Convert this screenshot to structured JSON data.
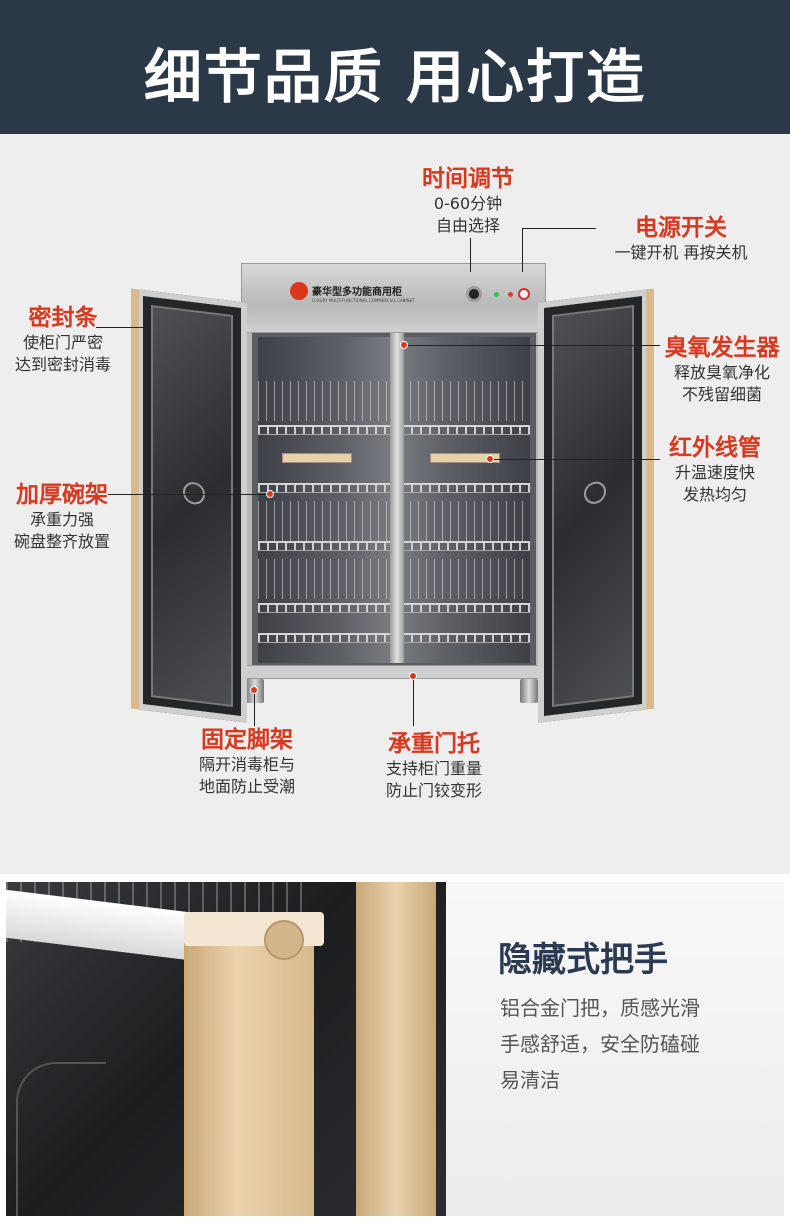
{
  "header": {
    "title": "细节品质 用心打造"
  },
  "cabinet": {
    "name": "豪华型多功能商用柜",
    "sub": "LUXURY MULTI-FUNCTIONAL COMMERCIAL CABINET"
  },
  "callouts": {
    "timer": {
      "title": "时间调节",
      "lines": [
        "0-60分钟",
        "自由选择"
      ]
    },
    "power": {
      "title": "电源开关",
      "lines": [
        "一键开机 再按关机"
      ]
    },
    "seal": {
      "title": "密封条",
      "lines": [
        "使柜门严密",
        "达到密封消毒"
      ]
    },
    "ozone": {
      "title": "臭氧发生器",
      "lines": [
        "释放臭氧净化",
        "不残留细菌"
      ]
    },
    "infrared": {
      "title": "红外线管",
      "lines": [
        "升温速度快",
        "发热均匀"
      ]
    },
    "rack": {
      "title": "加厚碗架",
      "lines": [
        "承重力强",
        "碗盘整齐放置"
      ]
    },
    "feet": {
      "title": "固定脚架",
      "lines": [
        "隔开消毒柜与",
        "地面防止受潮"
      ]
    },
    "door_support": {
      "title": "承重门托",
      "lines": [
        "支持柜门重量",
        "防止门铰变形"
      ]
    }
  },
  "handle_section": {
    "title": "隐藏式把手",
    "lines": [
      "铝合金门把，质感光滑",
      "手感舒适，安全防磕碰",
      "易清洁"
    ]
  },
  "colors": {
    "header_bg": "#2b3847",
    "accent": "#d9381e",
    "title_navy": "#2a3a52"
  }
}
